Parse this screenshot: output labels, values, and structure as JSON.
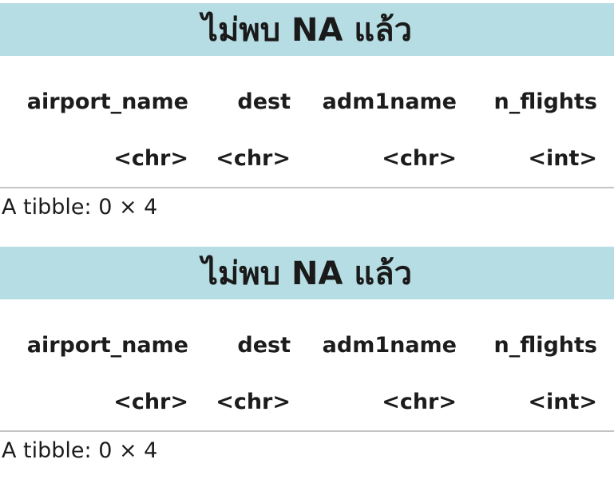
{
  "sections": [
    {
      "title": "ไม่พบ NA แล้ว",
      "columns": [
        {
          "name": "airport_name",
          "type": "<chr>"
        },
        {
          "name": "dest",
          "type": "<chr>"
        },
        {
          "name": "adm1name",
          "type": "<chr>"
        },
        {
          "name": "n_flights",
          "type": "<int>"
        }
      ],
      "caption": "A tibble: 0 × 4"
    },
    {
      "title": "ไม่พบ NA แล้ว",
      "columns": [
        {
          "name": "airport_name",
          "type": "<chr>"
        },
        {
          "name": "dest",
          "type": "<chr>"
        },
        {
          "name": "adm1name",
          "type": "<chr>"
        },
        {
          "name": "n_flights",
          "type": "<int>"
        }
      ],
      "caption": "A tibble: 0 × 4"
    }
  ],
  "colors": {
    "banner_bg": "#b5dde3",
    "rule": "#c4c4c4",
    "text": "#1c1c1c"
  }
}
